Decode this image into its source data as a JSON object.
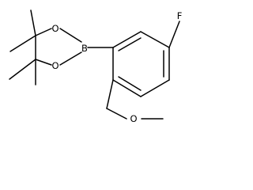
{
  "molecule": {
    "atoms": {
      "fluorine": "F",
      "boron": "B",
      "ring_oxygen_upper": "O",
      "ring_oxygen_lower": "O",
      "ether_oxygen": "O"
    }
  }
}
